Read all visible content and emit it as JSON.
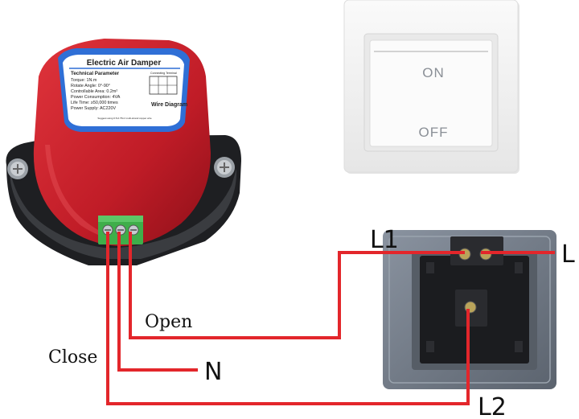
{
  "damper": {
    "plate_title": "Electric Air Damper",
    "section_title": "Technical Parameter",
    "specs": [
      "Torque: 1N.m",
      "Rotate Angle: 0°-90°",
      "Controllable Area: 0.2m²",
      "Power Consumption: 4VA",
      "Life Time: ≥50,000 times",
      "Power Supply: AC220V"
    ],
    "connecting_header": "Connecting Terminal",
    "wire_diagram_label": "Wire Diagram",
    "footnote": "Suggest using 0.5-0.75m² multi-strand copper wire"
  },
  "switch": {
    "on_label": "ON",
    "off_label": "OFF"
  },
  "labels": {
    "l1": "L1",
    "l": "L",
    "open": "Open",
    "close": "Close",
    "n": "N",
    "l2": "L2"
  },
  "colors": {
    "wire": "#e3262b",
    "damper_body": "#c61f2a",
    "damper_label_blue": "#2f6fd6",
    "terminal_green": "#3fae4a",
    "switch_plate": "#f4f4f4",
    "socket_frame": "#6f7884"
  }
}
